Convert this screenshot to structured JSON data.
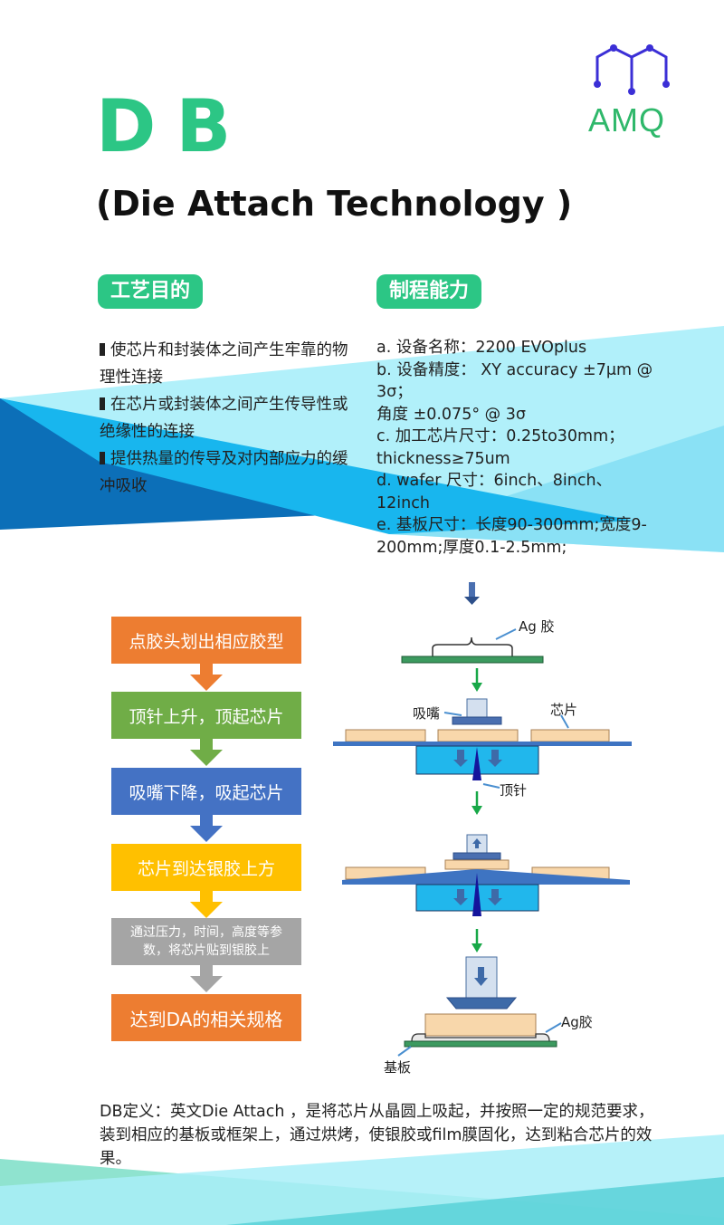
{
  "brand": {
    "logo_text": "AMQ"
  },
  "header": {
    "title": "DB",
    "subtitle": "(Die Attach Technology )"
  },
  "sections": {
    "purpose_title": "工艺目的",
    "capability_title": "制程能力"
  },
  "purpose": [
    "使芯片和封装体之间产生牢靠的物理性连接",
    "在芯片或封装体之间产生传导性或绝缘性的连接",
    "提供热量的传导及对内部应力的缓冲吸收"
  ],
  "capability": [
    "a. 设备名称：2200 EVOplus",
    "b. 设备精度： XY accuracy ±7μm @ 3σ；",
    "角度 ±0.075° @ 3σ",
    "c. 加工芯片尺寸：0.25to30mm；thickness≥75um",
    "d. wafer 尺寸：6inch、8inch、12inch",
    "e. 基板尺寸：长度90-300mm;宽度9-200mm;厚度0.1-2.5mm;"
  ],
  "flow": [
    "点胶头划出相应胶型",
    "顶针上升，顶起芯片",
    "吸嘴下降，吸起芯片",
    "芯片到达银胶上方",
    "通过压力，时间，高度等参数，将芯片贴到银胶上",
    "达到DA的相关规格"
  ],
  "diagram_labels": {
    "ag_glue_top": "Ag 胶",
    "nozzle": "吸嘴",
    "chip": "芯片",
    "ejector_pin": "顶针",
    "ag_glue_bottom": "Ag胶",
    "substrate": "基板"
  },
  "definition": "DB定义：英文Die Attach ，是将芯片从晶圆上吸起，并按照一定的规范要求，装到相应的基板或框架上，通过烘烤，使银胶或film膜固化，达到粘合芯片的效果。",
  "colors": {
    "green": "#2cc685",
    "orange": "#ed7d31",
    "flow_green": "#70ad47",
    "blue": "#4472c4",
    "yellow": "#ffc000",
    "gray": "#a5a5a5",
    "cyan": "#19b3e6",
    "dark_blue": "#0b5fa8",
    "logo_purple": "#3b2fd6"
  }
}
